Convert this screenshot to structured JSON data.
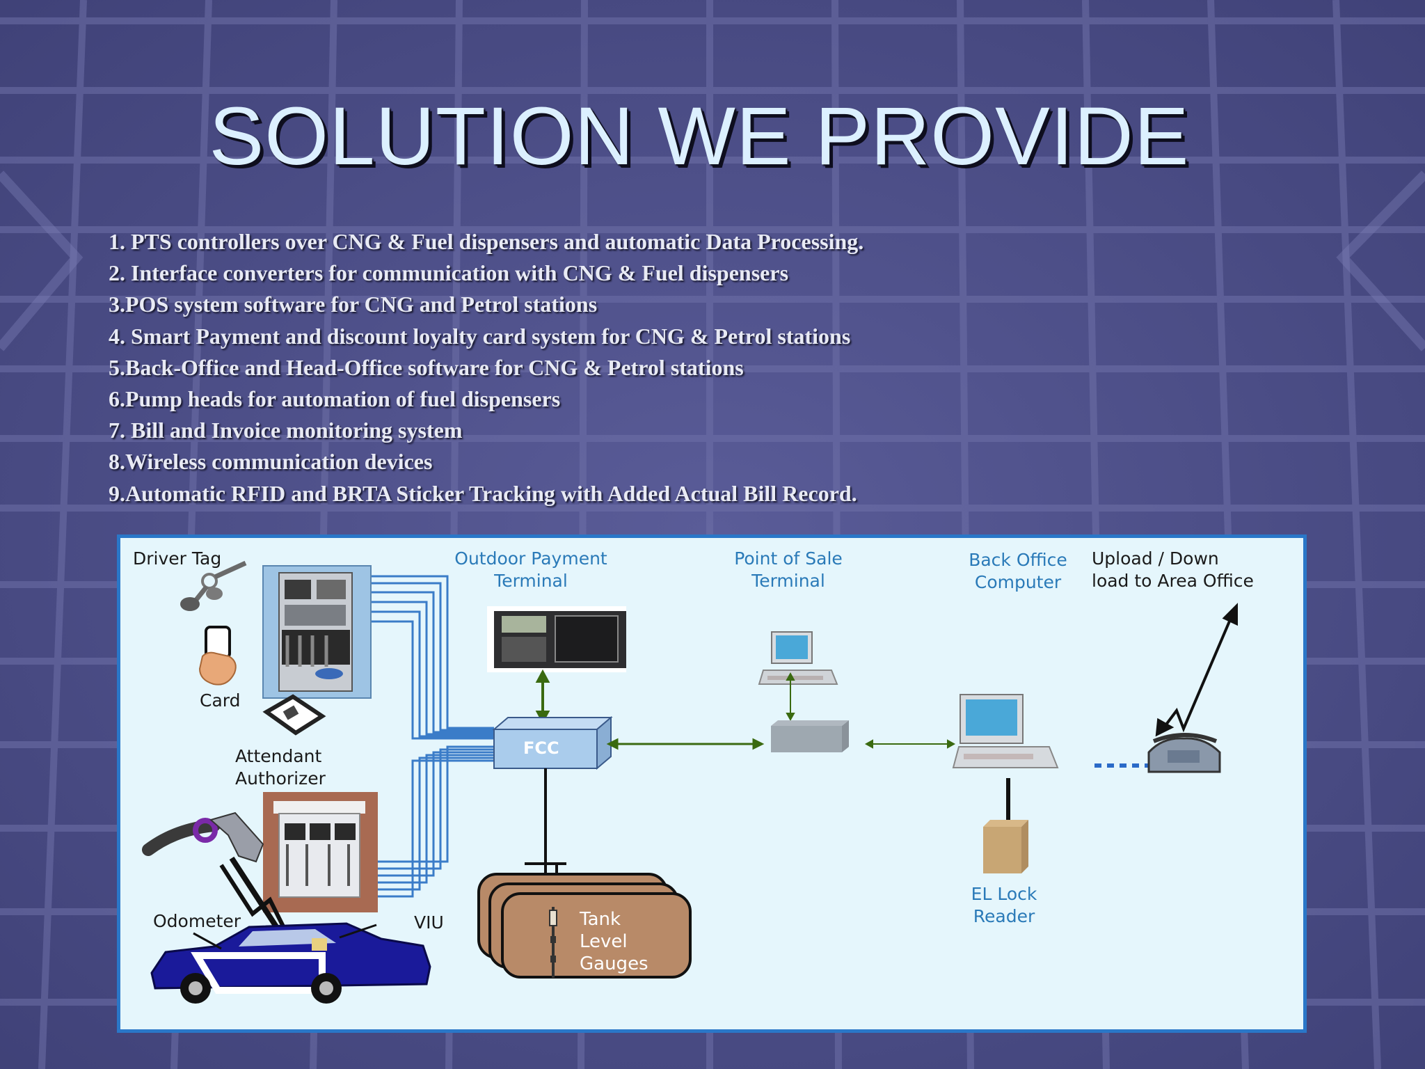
{
  "title": "SOLUTION WE PROVIDE",
  "items": [
    "1. PTS controllers over CNG & Fuel dispensers and automatic Data Processing.",
    "2. Interface converters for communication with CNG & Fuel dispensers",
    "3.POS system software for CNG and Petrol stations",
    "4. Smart Payment and discount loyalty card system for CNG & Petrol stations",
    "5.Back-Office and Head-Office software for CNG & Petrol stations",
    "6.Pump heads for automation of fuel dispensers",
    "7. Bill and Invoice monitoring system",
    "8.Wireless communication devices",
    "9.Automatic RFID and BRTA Sticker Tracking with Added Actual Bill Record."
  ],
  "diagram": {
    "driver_tag": "Driver Tag",
    "card": "Card",
    "attendant_line1": "Attendant",
    "attendant_line2": "Authorizer",
    "odometer": "Odometer",
    "viu": "VIU",
    "outdoor_line1": "Outdoor Payment",
    "outdoor_line2": "Terminal",
    "pos_line1": "Point of Sale",
    "pos_line2": "Terminal",
    "backoffice_line1": "Back Office",
    "backoffice_line2": "Computer",
    "upload_line1": "Upload / Down",
    "upload_line2": "load to Area Office",
    "fcc": "FCC",
    "tank_line1": "Tank",
    "tank_line2": "Level",
    "tank_line3": "Gauges",
    "ellock_line1": "EL Lock",
    "ellock_line2": "Reader"
  },
  "colors": {
    "background": "#4a4c86",
    "title": "#dcf0ff",
    "panel": "#e5f6fc",
    "panel_border": "#2a77c8",
    "label_blue": "#2a7ab8",
    "wire_blue": "#3a7cc8",
    "arrow_green": "#3a6a10"
  },
  "icons": [
    "fuel-dispenser-icon",
    "keys-icon",
    "card-hand-icon",
    "authorizer-device-icon",
    "fuel-nozzle-icon",
    "car-icon",
    "payment-terminal-icon",
    "pos-computer-icon",
    "backoffice-computer-icon",
    "telephone-icon",
    "el-lock-reader-icon",
    "fcc-box-icon",
    "tank-gauges-icon"
  ]
}
